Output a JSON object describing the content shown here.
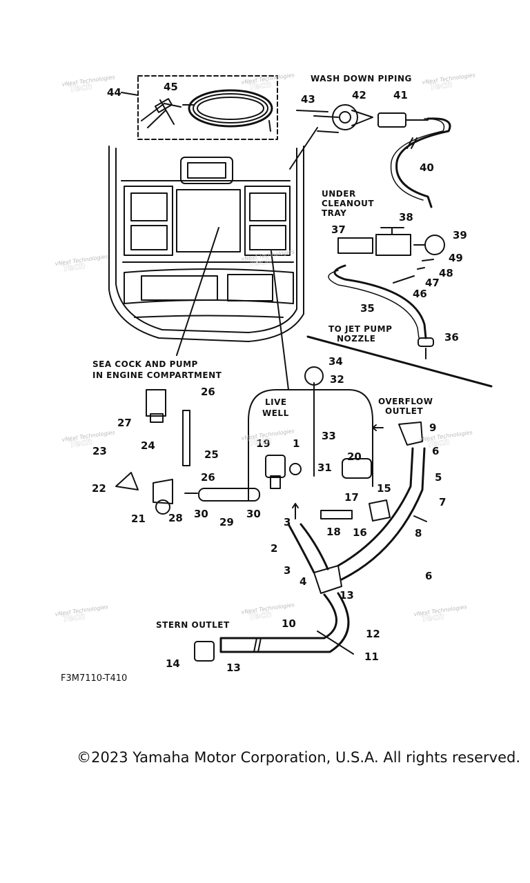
{
  "labels": {
    "wash_down_piping": "WASH DOWN PIPING",
    "under_cleanout_1": "UNDER",
    "under_cleanout_2": "CLEANOUT",
    "under_cleanout_3": "TRAY",
    "to_jet_1": "TO JET PUMP",
    "to_jet_2": "NOZZLE",
    "sea_cock_1": "SEA COCK AND PUMP",
    "sea_cock_2": "IN ENGINE COMPARTMENT",
    "live_well_1": "LIVE",
    "live_well_2": "WELL",
    "overflow_1": "OVERFLOW",
    "overflow_2": "OUTLET",
    "stern_outlet": "STERN OUTLET"
  },
  "callouts": [
    "1",
    "2",
    "3",
    "3",
    "4",
    "5",
    "6",
    "6",
    "7",
    "8",
    "9",
    "10",
    "11",
    "12",
    "13",
    "13",
    "14",
    "15",
    "16",
    "17",
    "18",
    "19",
    "20",
    "21",
    "22",
    "23",
    "24",
    "25",
    "26",
    "26",
    "27",
    "28",
    "29",
    "30",
    "30",
    "31",
    "32",
    "33",
    "34",
    "35",
    "36",
    "37",
    "38",
    "39",
    "40",
    "41",
    "42",
    "43",
    "44",
    "45",
    "46",
    "47",
    "48",
    "49"
  ],
  "watermark": {
    "line1": "vNext Technologies",
    "line2": "Tech"
  },
  "diagram_code": "F3M7110-T410",
  "copyright": "©2023 Yamaha Motor Corporation, U.S.A. All rights reserved."
}
